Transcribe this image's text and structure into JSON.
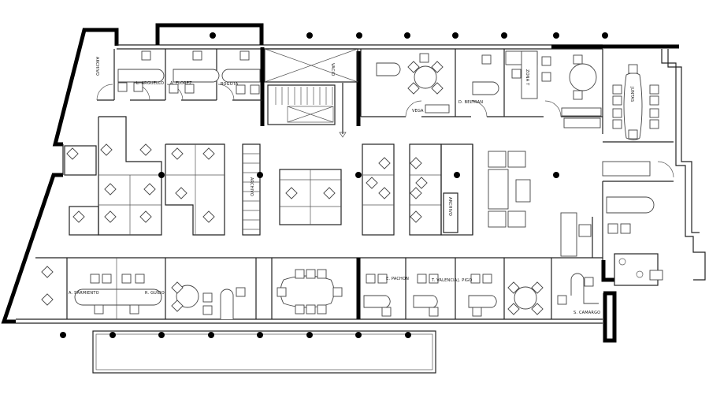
{
  "plan": {
    "labels": {
      "archive": "ARCHIVO",
      "office_arguello": "L. ARGUELLO",
      "office_florez": "A. FLOREZ",
      "office_bogota": "BOGOTA",
      "void": "VACIO",
      "office_vega": "VEGA",
      "office_beltran": "D. BELTRAN",
      "zone_t": "ZONA T",
      "meeting_room": "JUNTAS",
      "office_sarmiento": "A. SARMIENTO",
      "office_guido": "R. GUIDO",
      "office_pachon": "E. PACHON",
      "office_valencia": "T. VALENCIA",
      "office_pigo": "J. PIGO",
      "office_camargo": "S. CAMARGO",
      "storage_left": "ARCHIVO",
      "storage_right": "ARCHIVO"
    }
  }
}
